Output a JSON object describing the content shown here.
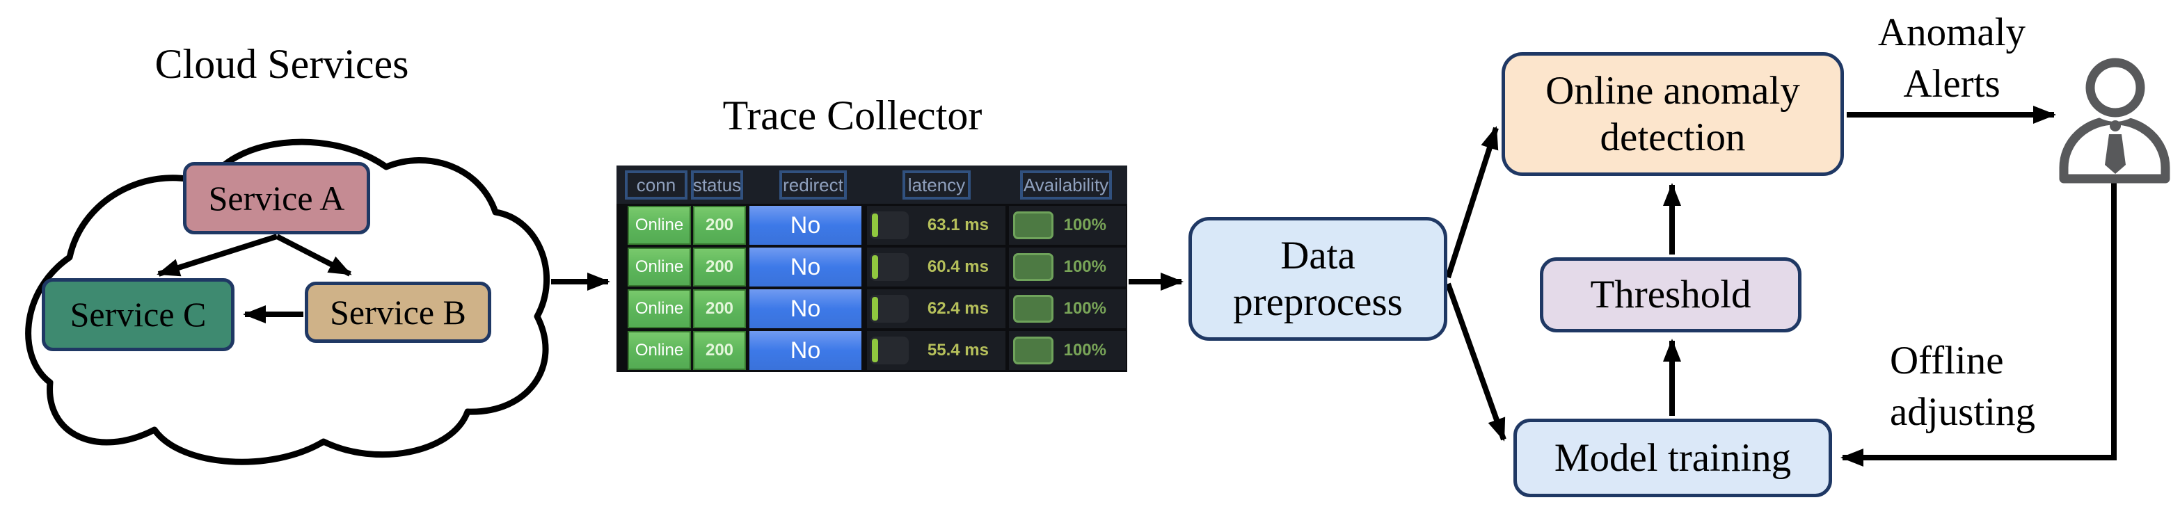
{
  "cloud": {
    "title": "Cloud Services",
    "services": [
      {
        "label": "Service A",
        "fill": "#c58b93"
      },
      {
        "label": "Service B",
        "fill": "#cfb288"
      },
      {
        "label": "Service C",
        "fill": "#3e8a70"
      }
    ],
    "edges": [
      "Service A→Service C",
      "Service A→Service B",
      "Service B→Service C"
    ]
  },
  "trace_collector": {
    "title": "Trace Collector",
    "columns": [
      "conn",
      "status",
      "redirect",
      "latency",
      "Availability"
    ],
    "rows": [
      {
        "conn": "Online",
        "status": "200",
        "redirect": "No",
        "latency": "63.1 ms",
        "availability": "100%"
      },
      {
        "conn": "Online",
        "status": "200",
        "redirect": "No",
        "latency": "60.4 ms",
        "availability": "100%"
      },
      {
        "conn": "Online",
        "status": "200",
        "redirect": "No",
        "latency": "62.4 ms",
        "availability": "100%"
      },
      {
        "conn": "Online",
        "status": "200",
        "redirect": "No",
        "latency": "55.4 ms",
        "availability": "100%"
      }
    ]
  },
  "pipeline": {
    "data_preprocess": {
      "lines": [
        "Data",
        "preprocess"
      ],
      "fill": "#d9e8f8"
    },
    "online_anomaly_detection": {
      "lines": [
        "Online anomaly",
        "detection"
      ],
      "fill": "#fce5cc"
    },
    "threshold": {
      "label": "Threshold",
      "fill": "#e4dae9"
    },
    "model_training": {
      "label": "Model training",
      "fill": "#dbe8f8"
    }
  },
  "annotations": {
    "anomaly_alerts": {
      "lines": [
        "Anomaly",
        "Alerts"
      ]
    },
    "offline_adjusting": {
      "lines": [
        "Offline",
        "adjusting"
      ]
    }
  },
  "operator_icon": "person-with-tie",
  "colors": {
    "box_border": "#1f3864",
    "arrow": "#000000",
    "table_bg": "#0c0d10",
    "table_header_text": "#8fa0bd",
    "header_box_border": "#31517f",
    "green_cell": "#5cb55a",
    "blue_cell": "#3d79e8",
    "latency_text": "#b6c05b",
    "latency_pill": "#90c83f",
    "availability_text": "#79a558",
    "availability_bar": "#4d7a43",
    "person_gray": "#58595b"
  }
}
